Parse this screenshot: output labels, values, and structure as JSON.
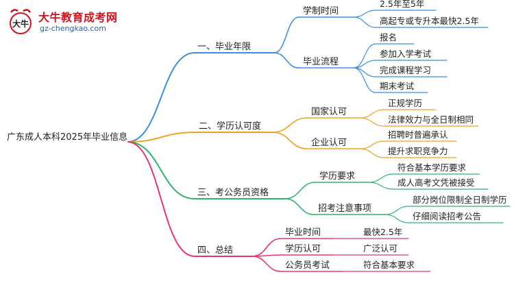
{
  "logo": {
    "title": "大牛教育成考网",
    "url": "gz-chengkao.com",
    "mark_text": "大牛"
  },
  "mindmap": {
    "root": "广东成人本科2025年毕业信息",
    "branches": [
      {
        "label": "一、毕业年限",
        "color": "#3a8ee6",
        "children": [
          {
            "label": "学制时间",
            "children": [
              "2.5年至5年",
              "高起专或专升本最快2.5年"
            ]
          },
          {
            "label": "毕业流程",
            "children": [
              "报名",
              "参加入学考试",
              "完成课程学习",
              "期末考试"
            ]
          }
        ]
      },
      {
        "label": "二、学历认可度",
        "color": "#f0a020",
        "children": [
          {
            "label": "国家认可",
            "children": [
              "正规学历",
              "法律效力与全日制相同"
            ]
          },
          {
            "label": "企业认可",
            "children": [
              "招聘时普遍承认",
              "提升求职竞争力"
            ]
          }
        ]
      },
      {
        "label": "三、考公务员资格",
        "color": "#2eb36b",
        "children": [
          {
            "label": "学历要求",
            "children": [
              "符合基本学历要求",
              "成人高考文凭被接受"
            ]
          },
          {
            "label": "招考注意事项",
            "children": [
              "部分岗位限制全日制学历",
              "仔细阅读招考公告"
            ]
          }
        ]
      },
      {
        "label": "四、总结",
        "color": "#e8336d",
        "children": [
          {
            "label": "毕业时间",
            "children": [
              "最快2.5年"
            ]
          },
          {
            "label": "学历认可",
            "children": [
              "广泛认可"
            ]
          },
          {
            "label": "公务员考试",
            "children": [
              "符合基本要求"
            ]
          }
        ]
      }
    ]
  }
}
